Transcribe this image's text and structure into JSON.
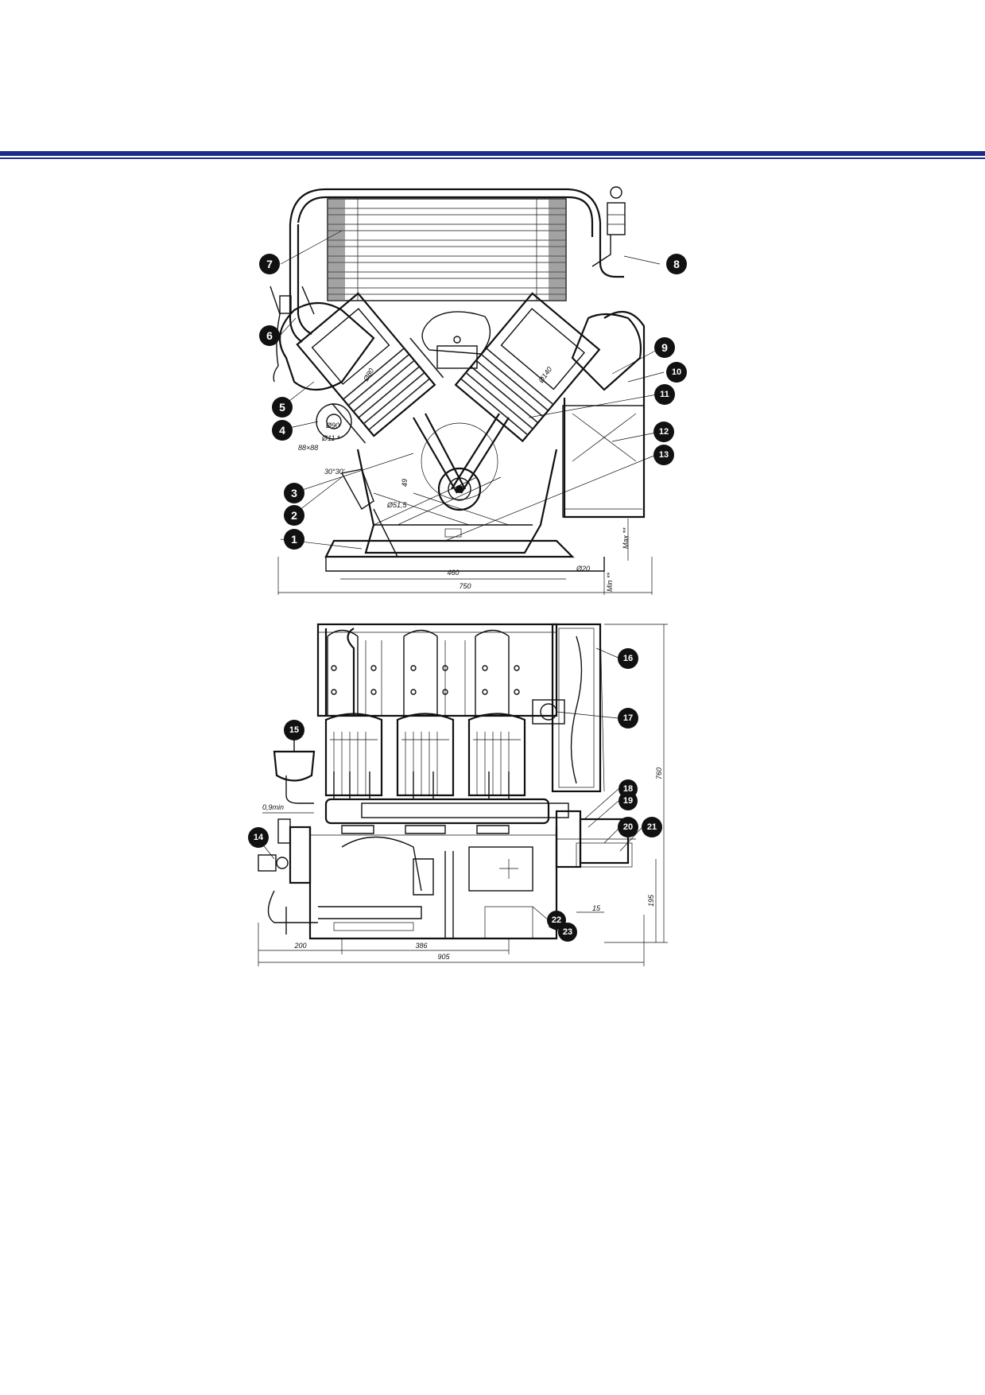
{
  "callouts_top": [
    "1",
    "2",
    "3",
    "4",
    "5",
    "6",
    "7",
    "8",
    "9",
    "10",
    "11",
    "12",
    "13"
  ],
  "callouts_bottom": [
    "14",
    "15",
    "16",
    "17",
    "18",
    "19",
    "20",
    "21",
    "22",
    "23"
  ],
  "dimensions_top": {
    "d80": "Ø80",
    "d140": "Ø140",
    "d90": "Ø90",
    "d11": "Ø11 *",
    "sq": "88×88",
    "ang": "30°30'",
    "h49": "49",
    "d51": "Ø51,5",
    "w460": "460",
    "w750": "750",
    "d20": "Ø20",
    "max": "Max **",
    "min": "Min **"
  },
  "dimensions_bottom": {
    "h760": "760",
    "q09": "0,9min",
    "h195": "195",
    "w15": "15",
    "w200": "200",
    "w386": "386",
    "w905": "905"
  },
  "colors": {
    "rule": "#1d2a8c",
    "ink": "#111111"
  }
}
